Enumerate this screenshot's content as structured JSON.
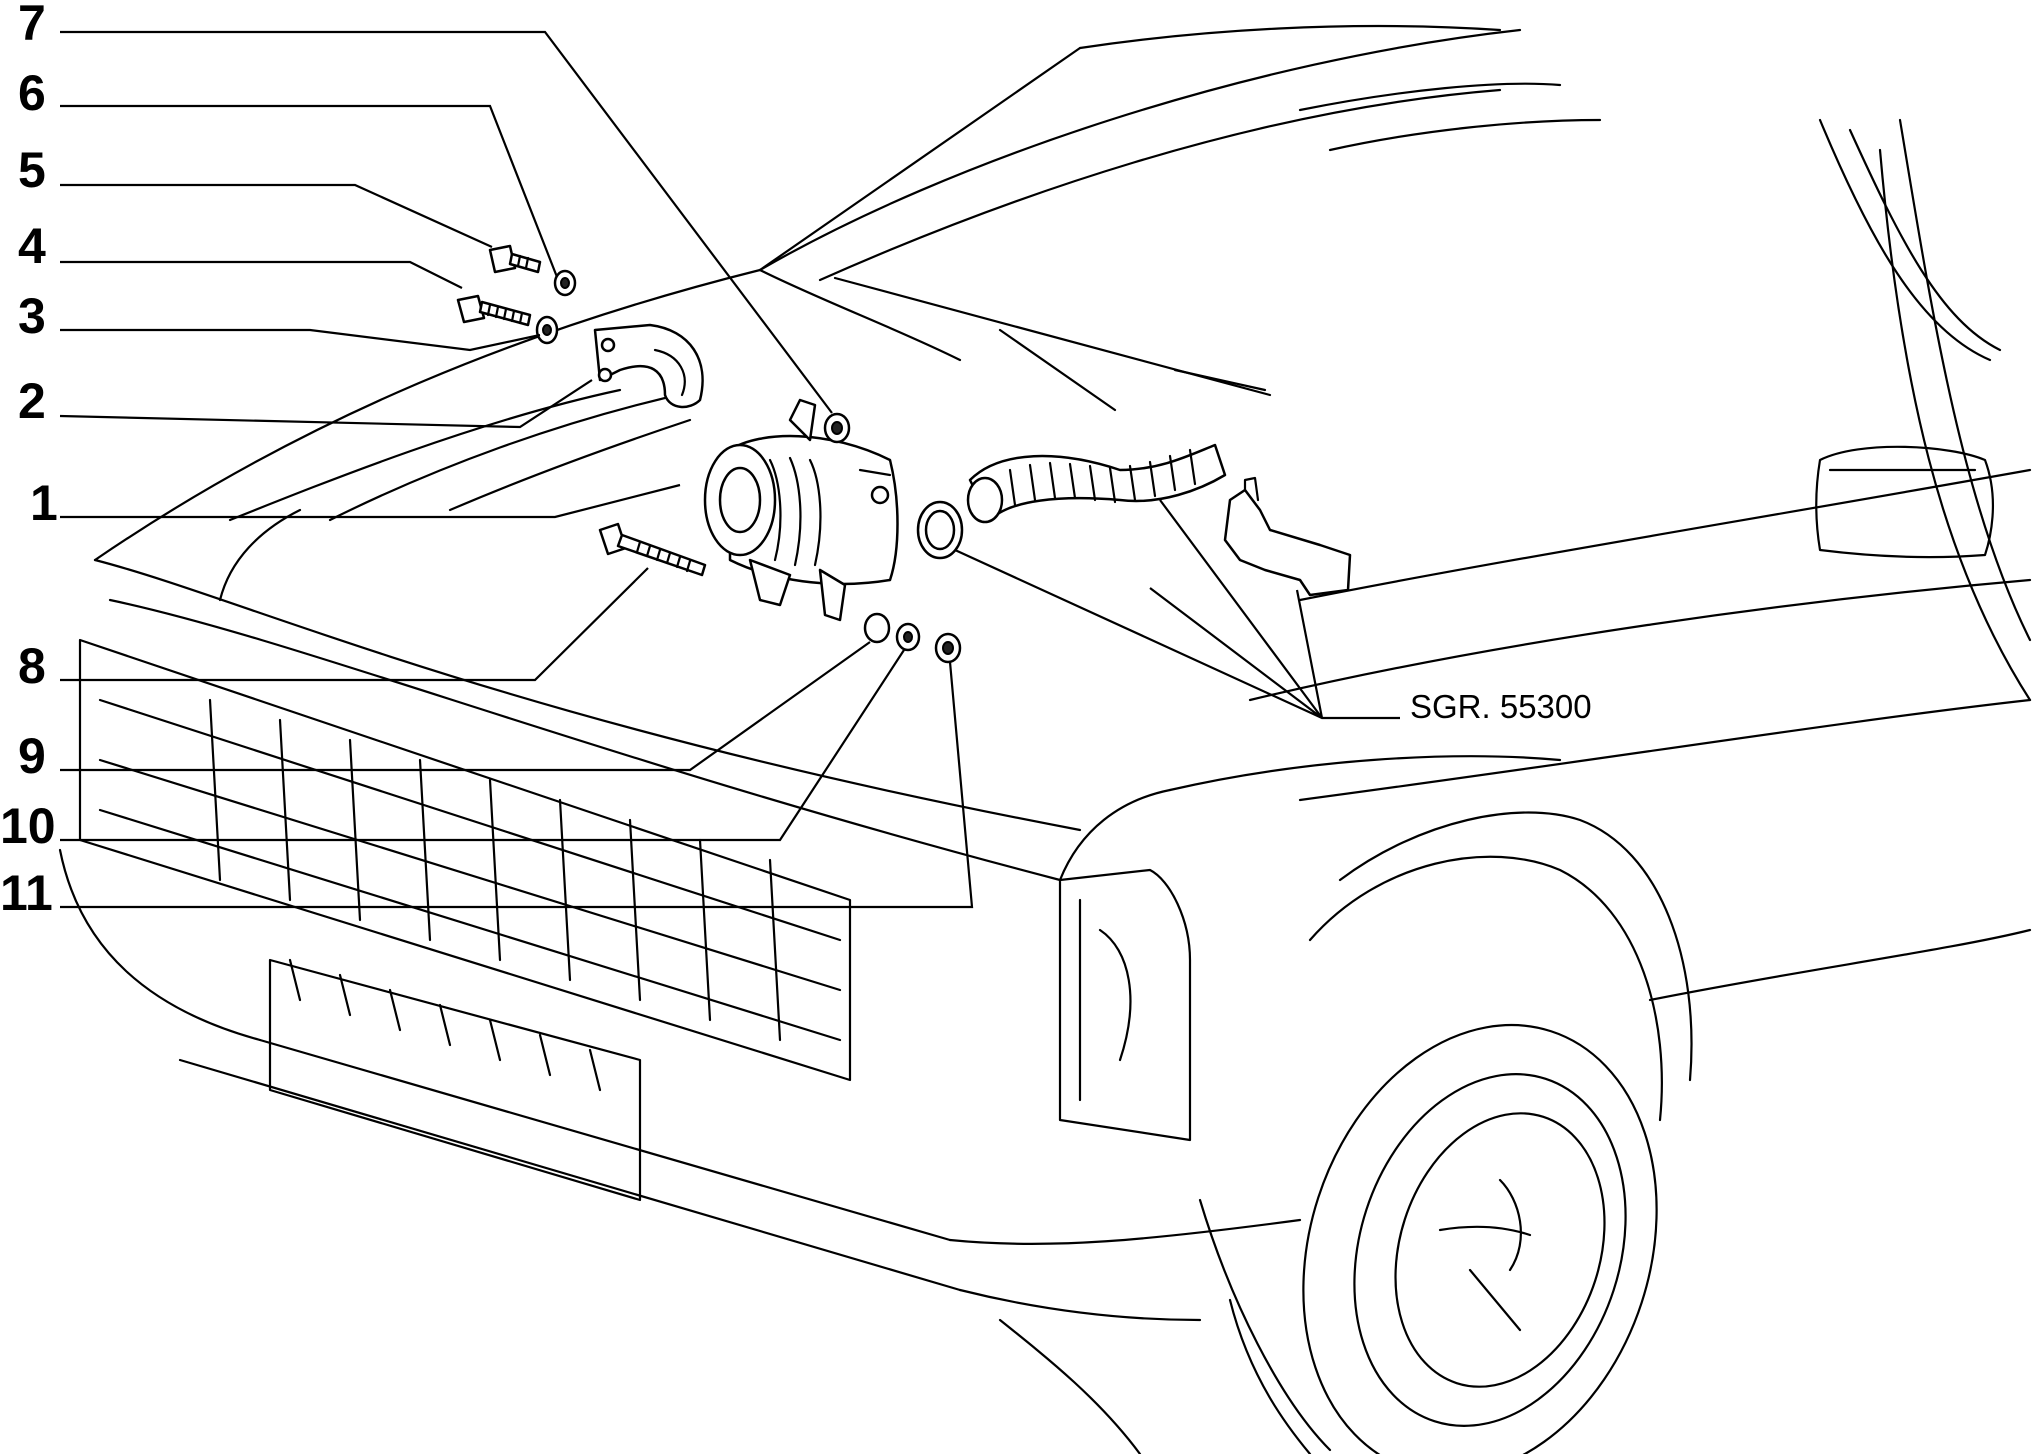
{
  "callouts": {
    "c1": "1",
    "c2": "2",
    "c3": "3",
    "c4": "4",
    "c5": "5",
    "c6": "6",
    "c7": "7",
    "c8": "8",
    "c9": "9",
    "c10": "10",
    "c11": "11"
  },
  "reference": "SGR. 55300"
}
